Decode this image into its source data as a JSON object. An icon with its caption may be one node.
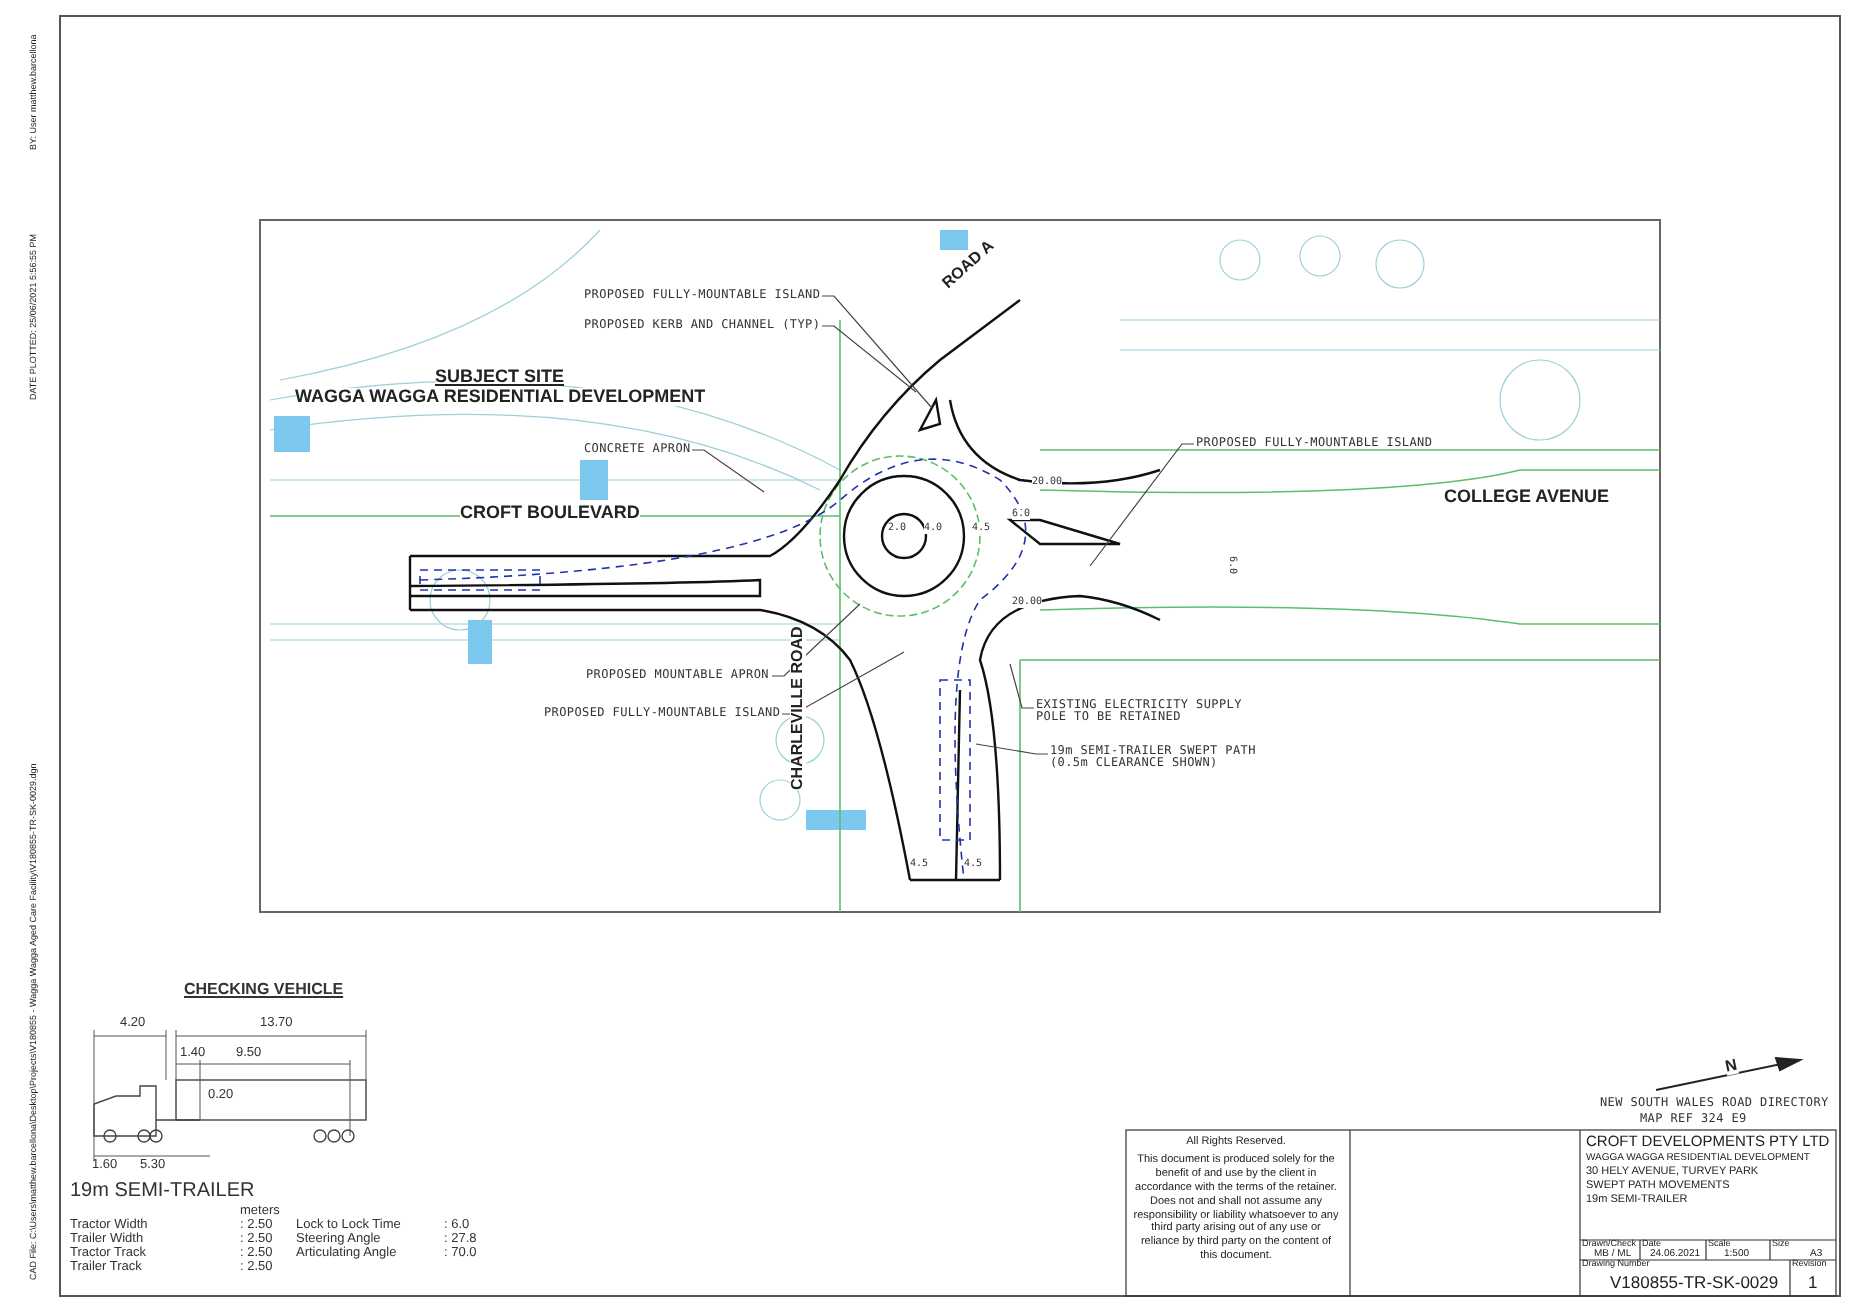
{
  "diagram": {
    "nodes": [
      {
        "text": [
          "PROPOSED FULLY-MOUNTABLE ISLAND"
        ]
      },
      {
        "text": [
          "PROPOSED KERB AND CHANNEL (TYP)"
        ]
      },
      {
        "text": [
          "CONCRETE APRON"
        ]
      },
      {
        "text": [
          "PROPOSED FULLY-MOUNTABLE ISLAND"
        ]
      },
      {
        "text": [
          "PROPOSED MOUNTABLE APRON"
        ]
      },
      {
        "text": [
          "PROPOSED FULLY-MOUNTABLE ISLAND"
        ]
      },
      {
        "text": [
          "EXISTING ELECTRICITY SUPPLY POLE TO BE RETAINED"
        ]
      },
      {
        "text": [
          "19m SEMI-TRAILER SWEPT PATH (0.5m CLEARANCE SHOWN)"
        ]
      }
    ],
    "edges": [
      {
        "from": 0,
        "to": null,
        "arrow": "none"
      },
      {
        "from": 1,
        "to": null,
        "arrow": "none"
      },
      {
        "from": 2,
        "to": null,
        "arrow": "none"
      },
      {
        "from": 3,
        "to": null,
        "arrow": "none"
      },
      {
        "from": 4,
        "to": null,
        "arrow": "none"
      },
      {
        "from": 5,
        "to": null,
        "arrow": "none"
      },
      {
        "from": 6,
        "to": null,
        "arrow": "none"
      },
      {
        "from": 7,
        "to": null,
        "arrow": "none"
      }
    ],
    "labels": [
      "SUBJECT SITE",
      "WAGGA WAGGA RESIDENTIAL DEVELOPMENT",
      "ROAD A",
      "CROFT BOULEVARD",
      "COLLEGE AVENUE",
      "CHARLEVILLE ROAD",
      "2.0",
      "4.0",
      "4.5",
      "6.0",
      "20.00",
      "20.00",
      "6.0",
      "4.5",
      "4.5",
      "CHECKING VEHICLE",
      "4.20",
      "13.70",
      "1.40",
      "9.50",
      "0.20",
      "1.60",
      "5.30",
      "19m SEMI-TRAILER",
      "meters",
      "Tractor Width",
      ": 2.50",
      "Lock to Lock Time",
      ": 6.0",
      "Trailer Width",
      ": 2.50",
      "Steering Angle",
      ": 27.8",
      "Tractor Track",
      ": 2.50",
      "Articulating Angle",
      ": 70.0",
      "Trailer Track",
      ": 2.50",
      "N",
      "NEW SOUTH WALES ROAD DIRECTORY",
      "MAP REF 324 E9",
      "All Rights Reserved.",
      "This document is produced solely for the benefit of and use by the client in accordance with the terms of the retainer. Does not and shall not assume any responsibility or liability whatsoever to any third party arising out of any use or reliance by third party on the content of this document.",
      "CROFT DEVELOPMENTS PTY LTD",
      "WAGGA WAGGA RESIDENTIAL DEVELOPMENT",
      "30 HELY AVENUE, TURVEY PARK",
      "SWEPT PATH MOVEMENTS",
      "19m SEMI-TRAILER",
      "Drawn/Check",
      "Date",
      "Scale",
      "Size",
      "MB / ML",
      "24.06.2021",
      "1:500",
      "A3",
      "Drawing Number",
      "Revision",
      "V180855-TR-SK-0029",
      "1",
      "CAD File: C:\\Users\\matthew.barcellona\\Desktop\\Projects\\V180855 - Wagga Wagga Aged Care Facility\\V180855-TR-SK-0029.dgn",
      "DATE PLOTTED: 25/06/2021 5:56:55 PM",
      "BY: User matthew.barcellona"
    ]
  }
}
